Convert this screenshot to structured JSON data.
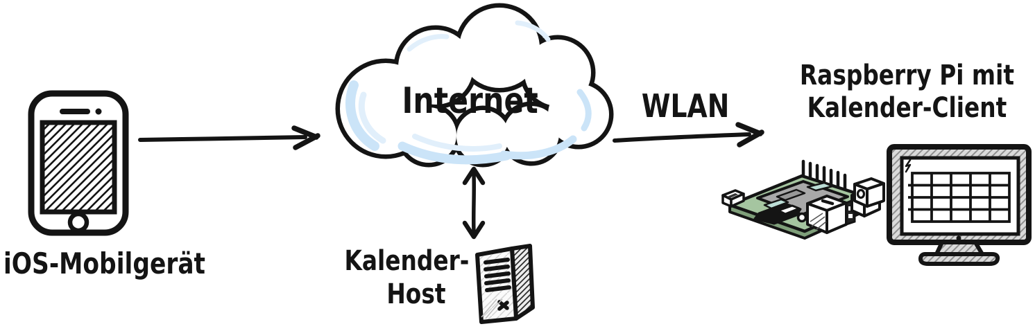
{
  "diagram": {
    "type": "network-architecture-sketch",
    "nodes": {
      "mobile": {
        "label": "iOS-Mobilgerät"
      },
      "internet": {
        "label": "Internet"
      },
      "host": {
        "line1": "Kalender-",
        "line2": "Host"
      },
      "client": {
        "line1": "Raspberry Pi mit",
        "line2": "Kalender-Client"
      }
    },
    "edges": {
      "mobile_to_internet": {
        "type": "arrow-right"
      },
      "internet_to_host": {
        "type": "arrow-bidirectional"
      },
      "internet_to_client": {
        "label": "WLAN"
      }
    },
    "colors": {
      "ink": "#141414",
      "cloud_shade": "#cbe4f8",
      "cloud_shade_light": "#e1effb",
      "pcb_green": "#a5c5a0",
      "pcb_green_dark": "#7f9f7a",
      "chip_gray": "#a9a9a9",
      "chip_teal": "#bcded6",
      "bezel_gray": "#dadada",
      "server_side_gray": "#ededed"
    }
  }
}
